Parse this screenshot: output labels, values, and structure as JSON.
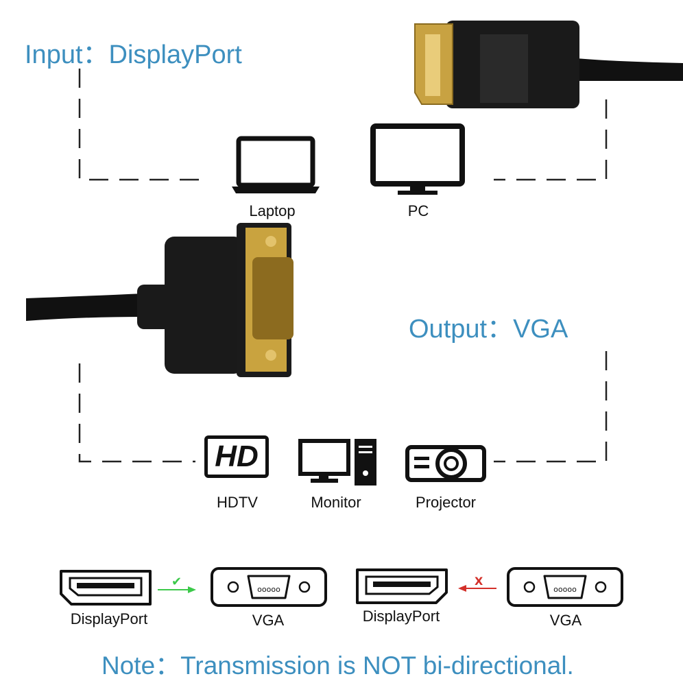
{
  "input_label": "Input：DisplayPort",
  "output_label": "Output：VGA",
  "input_devices": [
    "Laptop",
    "PC"
  ],
  "output_devices": [
    "HDTV",
    "Monitor",
    "Projector"
  ],
  "hd_logo_text": "HD",
  "compat": [
    {
      "from": "DisplayPort",
      "to": "VGA",
      "status": "check",
      "color": "#3cc94a"
    },
    {
      "from": "DisplayPort",
      "to": "VGA",
      "status": "x",
      "color": "#d3302a"
    }
  ],
  "note": "Note：Transmission is NOT bi-directional."
}
